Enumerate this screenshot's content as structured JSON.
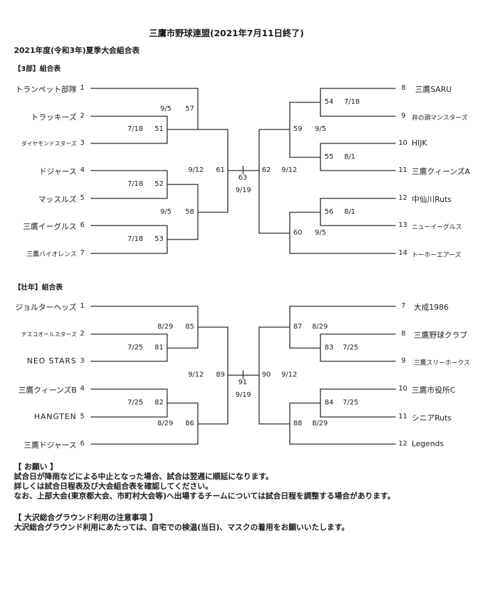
{
  "header": {
    "title": "三鷹市野球連盟(2021年7月11日終了)",
    "subtitle": "2021年度(令和3年)夏季大会組合表"
  },
  "div3": {
    "label": "【3部】組合表",
    "left_teams": [
      {
        "name": "トランペット部隊",
        "seed": "1"
      },
      {
        "name": "トラッキーズ",
        "seed": "2"
      },
      {
        "name": "ダイヤモンドスターズ",
        "seed": "3"
      },
      {
        "name": "ドジャース",
        "seed": "4"
      },
      {
        "name": "マッスルズ",
        "seed": "5"
      },
      {
        "name": "三鷹イーグルス",
        "seed": "6"
      },
      {
        "name": "三鷹バイオレンス",
        "seed": "7"
      }
    ],
    "right_teams": [
      {
        "name": "三鷹SARU",
        "seed": "8"
      },
      {
        "name": "井の頭マンスターズ",
        "seed": "9"
      },
      {
        "name": "HIJK",
        "seed": "10"
      },
      {
        "name": "三鷹クィーンズA",
        "seed": "11"
      },
      {
        "name": "中仙川Ruts",
        "seed": "12"
      },
      {
        "name": "ニューイーグルス",
        "seed": "13"
      },
      {
        "name": "トーホーエアーズ",
        "seed": "14"
      }
    ],
    "matches": {
      "m51": {
        "no": "51",
        "date": "7/18"
      },
      "m52": {
        "no": "52",
        "date": "7/18"
      },
      "m53": {
        "no": "53",
        "date": "7/18"
      },
      "m57": {
        "no": "57",
        "date": "9/5"
      },
      "m58": {
        "no": "58",
        "date": "9/5"
      },
      "m61": {
        "no": "61",
        "date": "9/12"
      },
      "m54": {
        "no": "54",
        "date": "7/18"
      },
      "m55": {
        "no": "55",
        "date": "8/1"
      },
      "m56": {
        "no": "56",
        "date": "8/1"
      },
      "m59": {
        "no": "59",
        "date": "9/5"
      },
      "m60": {
        "no": "60",
        "date": "9/5"
      },
      "m62": {
        "no": "62",
        "date": "9/12"
      },
      "final": {
        "no": "63",
        "date": "9/19"
      }
    }
  },
  "masters": {
    "label": "【壮年】組合表",
    "left_teams": [
      {
        "name": "ジョルターヘッズ",
        "seed": "1"
      },
      {
        "name": "テスコオールスターズ",
        "seed": "2"
      },
      {
        "name": "NEO STARS",
        "seed": "3"
      },
      {
        "name": "三鷹クィーンズB",
        "seed": "4"
      },
      {
        "name": "HANGTEN",
        "seed": "5"
      },
      {
        "name": "三鷹ドジャース",
        "seed": "6"
      }
    ],
    "right_teams": [
      {
        "name": "大成1986",
        "seed": "7"
      },
      {
        "name": "三鷹野球クラブ",
        "seed": "8"
      },
      {
        "name": "三鷹スリーホークス",
        "seed": "9"
      },
      {
        "name": "三鷹市役所C",
        "seed": "10"
      },
      {
        "name": "シニアRuts",
        "seed": "11"
      },
      {
        "name": "Legends",
        "seed": "12"
      }
    ],
    "matches": {
      "m81": {
        "no": "81",
        "date": "7/25"
      },
      "m82": {
        "no": "82",
        "date": "7/25"
      },
      "m85": {
        "no": "85",
        "date": "8/29"
      },
      "m86": {
        "no": "86",
        "date": "8/29"
      },
      "m89": {
        "no": "89",
        "date": "9/12"
      },
      "m83": {
        "no": "83",
        "date": "7/25"
      },
      "m84": {
        "no": "84",
        "date": "7/25"
      },
      "m87": {
        "no": "87",
        "date": "8/29"
      },
      "m88": {
        "no": "88",
        "date": "8/29"
      },
      "m90": {
        "no": "90",
        "date": "9/12"
      },
      "final": {
        "no": "91",
        "date": "9/19"
      }
    }
  },
  "notes": {
    "request_heading": "【 お願い 】",
    "request_lines": [
      "試合日が降雨などによる中止となった場合、試合は翌週に順延になります。",
      "詳しくは試合日程表及び大会組合表を確認してください。",
      "なお、上部大会(東京都大会、市町村大会等)へ出場するチームについては試合日程を調整する場合があります。"
    ],
    "ground_heading": "【 大沢総合グラウンド利用の注意事項 】",
    "ground_lines": [
      "大沢総合グラウンド利用にあたっては、自宅での検温(当日)、マスクの着用をお願いいたします。"
    ]
  }
}
